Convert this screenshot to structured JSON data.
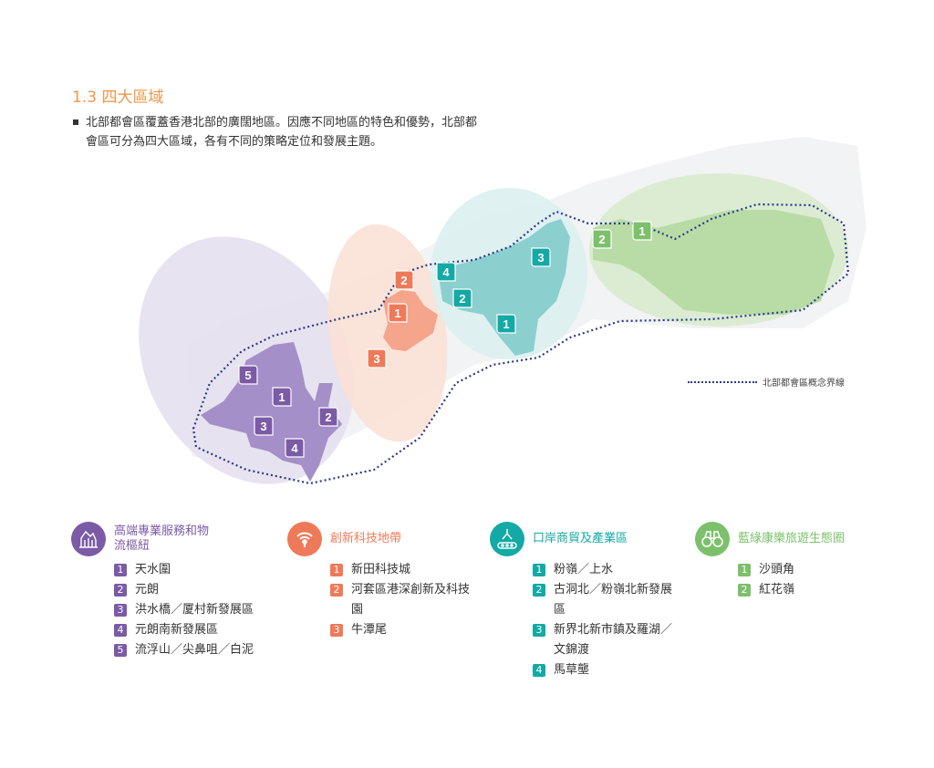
{
  "section_title": "1.3 四大區域",
  "intro": "北部都會區覆蓋香港北部的廣闊地區。因應不同地區的特色和優勢，北部都會區可分為四大區域，各有不同的策略定位和發展主題。",
  "boundary_legend": "北部都會區概念界線",
  "colors": {
    "purple": "#7b5aa6",
    "orange": "#ef7a5a",
    "teal": "#13a9a4",
    "green": "#7cc06c",
    "boundary": "#2a3a8c"
  },
  "categories": [
    {
      "name": "高端專業服務和物流樞紐",
      "icon": "building-icon",
      "color": "#7b5aa6",
      "items": [
        {
          "num": "1",
          "label": "天水圍"
        },
        {
          "num": "2",
          "label": "元朗"
        },
        {
          "num": "3",
          "label": "洪水橋／厦村新發展區"
        },
        {
          "num": "4",
          "label": "元朗南新發展區"
        },
        {
          "num": "5",
          "label": "流浮山／尖鼻咀／白泥"
        }
      ]
    },
    {
      "name": "創新科技地帶",
      "icon": "wifi-antenna-icon",
      "color": "#ef7a5a",
      "items": [
        {
          "num": "1",
          "label": "新田科技城"
        },
        {
          "num": "2",
          "label": "河套區港深創新及科技園"
        },
        {
          "num": "3",
          "label": "牛潭尾"
        }
      ]
    },
    {
      "name": "口岸商貿及產業區",
      "icon": "robot-arm-conveyor-icon",
      "color": "#13a9a4",
      "items": [
        {
          "num": "1",
          "label": "粉嶺／上水"
        },
        {
          "num": "2",
          "label": "古洞北／粉嶺北新發展區"
        },
        {
          "num": "3",
          "label": "新界北新市鎮及羅湖／文錦渡"
        },
        {
          "num": "4",
          "label": "馬草壟"
        }
      ]
    },
    {
      "name": "藍綠康樂旅遊生態圈",
      "icon": "binoculars-icon",
      "color": "#7cc06c",
      "items": [
        {
          "num": "1",
          "label": "沙頭角"
        },
        {
          "num": "2",
          "label": "紅花嶺"
        }
      ]
    }
  ],
  "map_markers": {
    "purple": [
      "5",
      "1",
      "3",
      "2",
      "4"
    ],
    "orange": [
      "2",
      "1",
      "3"
    ],
    "teal": [
      "4",
      "2",
      "3",
      "1"
    ],
    "green": [
      "2",
      "1"
    ]
  }
}
